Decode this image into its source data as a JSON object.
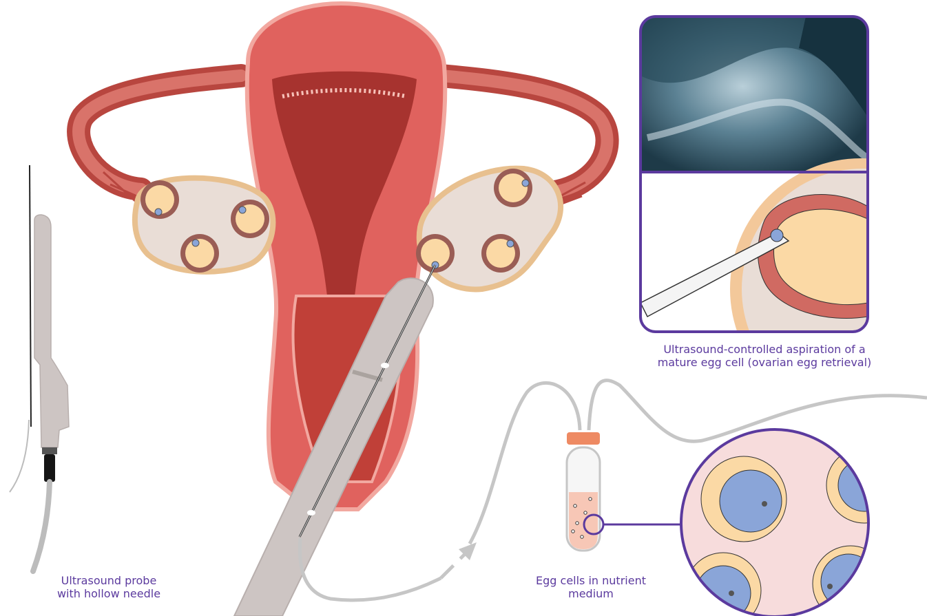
{
  "captions": {
    "retrieval_line1": "Ultrasound-controlled aspiration of a",
    "retrieval_line2": "mature egg cell (ovarian egg retrieval)",
    "probe_line1": "Ultrasound probe",
    "probe_line2": "with hollow needle",
    "medium_line1": "Egg cells in nutrient",
    "medium_line2": "medium"
  },
  "colors": {
    "uterus": "#e0625e",
    "uterus_light": "#f2a8a0",
    "ovary": "#e9ddd6",
    "ovary_rim": "#e8c08f",
    "follicle": "#fbd9a5",
    "follicle_wall": "#9a5d55",
    "egg": "#8aa5d8",
    "probe": "#cdc5c3",
    "tube_line": "#c6c6c6",
    "accent": "#5b3a9e",
    "cap": "#ee8a63"
  }
}
